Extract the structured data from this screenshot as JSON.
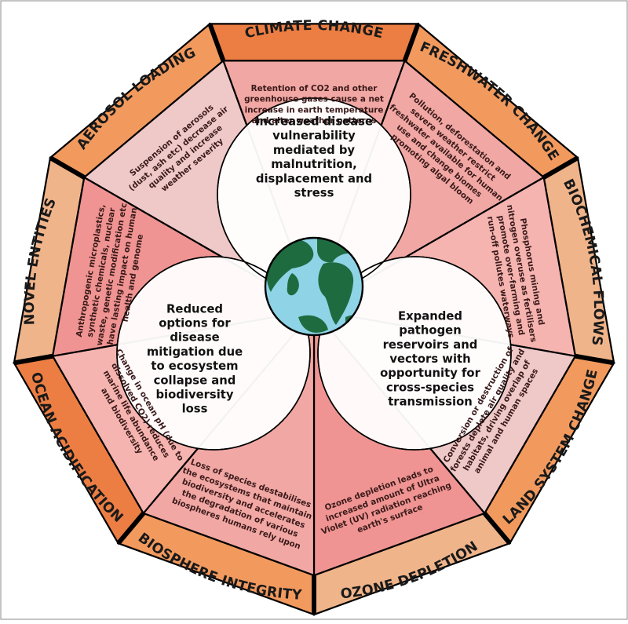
{
  "colors": {
    "outer_band": [
      "#F0B48A",
      "#F29A5E",
      "#EC7E43"
    ],
    "sector_fill": [
      "#F1A7A3",
      "#EF9492",
      "#F5B4B0",
      "#EFC8C8"
    ],
    "earth_ocean": "#8FD3E6",
    "earth_land": "#1E6B40"
  },
  "sectors": [
    {
      "key": "climate",
      "label": "CLIMATE CHANGE",
      "description": [
        "Retention of CO2 and other",
        "greenhouse gases cause a net",
        "increase in earth temperature",
        "and alter weather patterns"
      ]
    },
    {
      "key": "freshwater",
      "label": "FRESHWATER CHANGE",
      "description": [
        "Pollution, deforestation and",
        "severe weather restrict",
        "freshwater available for human",
        "use and change biomes",
        "promoting algal bloom"
      ]
    },
    {
      "key": "biochemical",
      "label": "BIOCHEMICAL FLOWS",
      "description": [
        "Phosphorus mining and",
        "nitrogen overuse as fertilisers",
        "promote over-farming and",
        "run-off pollutes waterways"
      ]
    },
    {
      "key": "landsystem",
      "label": "LAND SYSTEM CHANGE",
      "description": [
        "Conversion or destruction of",
        "forests deplete air quality and",
        "habitats, driving overlap of",
        "animal and human spaces"
      ]
    },
    {
      "key": "ozone",
      "label": "OZONE DEPLETION",
      "description": [
        "Ozone depletion leads to",
        "increased amount of Ultra",
        "Violet (UV) radiation reaching",
        "earth's surface"
      ]
    },
    {
      "key": "biosphere",
      "label": "BIOSPHERE INTEGRITY",
      "description": [
        "Loss of species destabilises",
        "the ecosystems that maintain",
        "biodiversity and accelerates",
        "the degradation of various",
        "biospheres humans rely upon"
      ]
    },
    {
      "key": "ocean",
      "label": "OCEAN ACIDIFICATION",
      "description": [
        "Change in ocean pH (due to",
        "dissolved CO2) reduces",
        "marine life abundance",
        "and biodiversity"
      ]
    },
    {
      "key": "novel",
      "label": "NOVEL ENTITIES",
      "description": [
        "Anthropogenic microplastics,",
        "synthetic chemicals, nuclear",
        "waste, genetic modification etc",
        "have lasting impact on human",
        "health and genome"
      ]
    },
    {
      "key": "aerosol",
      "label": "AEROSOL LOADING",
      "description": [
        "Suspension of aerosols",
        "(dust, ash etc) decrease air",
        "quality and increase",
        "weather severity"
      ]
    }
  ],
  "circles": [
    {
      "key": "top",
      "lines": [
        "Increased disease",
        "vulnerability",
        "mediated by",
        "malnutrition,",
        "displacement and",
        "stress"
      ]
    },
    {
      "key": "left",
      "lines": [
        "Reduced",
        "options for",
        "disease",
        "mitigation due",
        "to ecosystem",
        "collapse and",
        "biodiversity",
        "loss"
      ]
    },
    {
      "key": "right",
      "lines": [
        "Expanded",
        "pathogen",
        "reservoirs and",
        "vectors with",
        "opportunity for",
        "cross-species",
        "transmission"
      ]
    }
  ],
  "center_icon": "globe-icon"
}
